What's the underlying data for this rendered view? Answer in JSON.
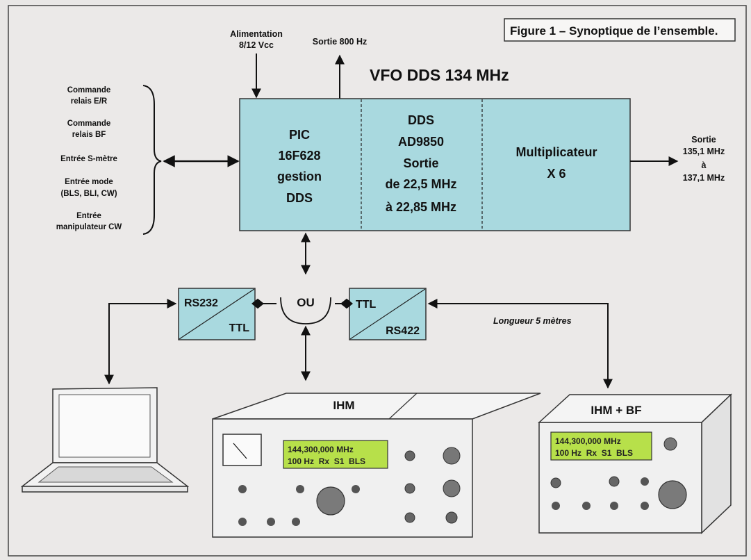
{
  "figure_caption": "Figure 1 – Synoptique de l’ensemble.",
  "title": "VFO DDS 134 MHz",
  "inputs_top": {
    "power_line1": "Alimentation",
    "power_line2": "8/12 Vcc",
    "output_800": "Sortie 800 Hz"
  },
  "left_signals": [
    [
      "Commande",
      "relais E/R"
    ],
    [
      "Commande",
      "relais BF"
    ],
    [
      "Entrée S-mètre"
    ],
    [
      "Entrée mode",
      "(BLS, BLI, CW)"
    ],
    [
      "Entrée",
      "manipulateur CW"
    ]
  ],
  "block_pic": [
    "PIC",
    "16F628",
    "gestion",
    "DDS"
  ],
  "block_dds": [
    "DDS",
    "AD9850",
    "Sortie",
    "de 22,5 MHz",
    "à 22,85 MHz"
  ],
  "block_mult": [
    "Multiplicateur",
    "X 6"
  ],
  "output_right": [
    "Sortie",
    "135,1 MHz",
    "à",
    "137,1 MHz"
  ],
  "rs232": {
    "top": "RS232",
    "bottom": "TTL"
  },
  "ou": "OU",
  "rs422": {
    "top": "TTL",
    "bottom": "RS422"
  },
  "cable_length": "Longueur 5 mètres",
  "ihm_label": "IHM",
  "ihm_bf_label": "IHM + BF",
  "display_ihm": {
    "line1": "144,300,000 MHz",
    "line2": "100 Hz  Rx  S1  BLS"
  },
  "display_ihm_bf": {
    "line1": "144,300,000 MHz",
    "line2": "100 Hz  Rx  S1  BLS"
  },
  "colors": {
    "block_fill": "#a9d9df",
    "lcd_fill": "#b7e04a",
    "background": "#e9e7e6",
    "border": "#222222"
  }
}
